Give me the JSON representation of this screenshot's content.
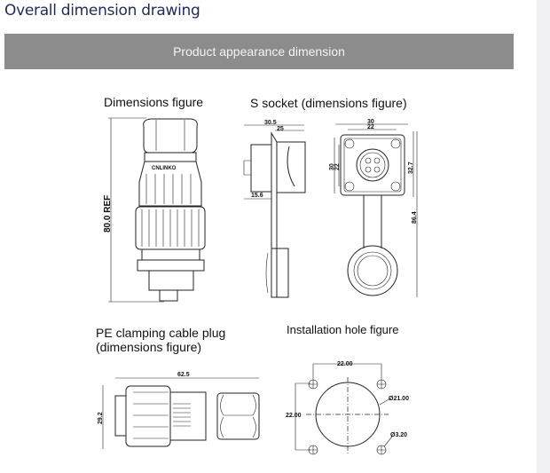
{
  "section_title": "Overall dimension drawing",
  "banner": "Product appearance dimension",
  "figures": {
    "plug": {
      "label": "Dimensions figure",
      "dim_height": "80.0 REF"
    },
    "socket": {
      "label": "S socket (dimensions figure)",
      "dim_30_5": "30.5",
      "dim_25": "25",
      "dim_15_6": "15.6",
      "dim_30_top": "30",
      "dim_22_top": "22",
      "dim_30_side": "30",
      "dim_22_side": "22",
      "dim_32_7": "32.7",
      "dim_86_4": "86.4"
    },
    "pe_plug": {
      "label_line1": "PE clamping cable plug",
      "label_line2": "(dimensions figure)",
      "dim_length": "62.5",
      "dim_height": "29.2"
    },
    "hole": {
      "label": "Installation hole figure",
      "dim_h": "22.00",
      "dim_v": "22.00",
      "dim_big": "Ø21.00",
      "dim_small": "Ø3.20"
    }
  }
}
